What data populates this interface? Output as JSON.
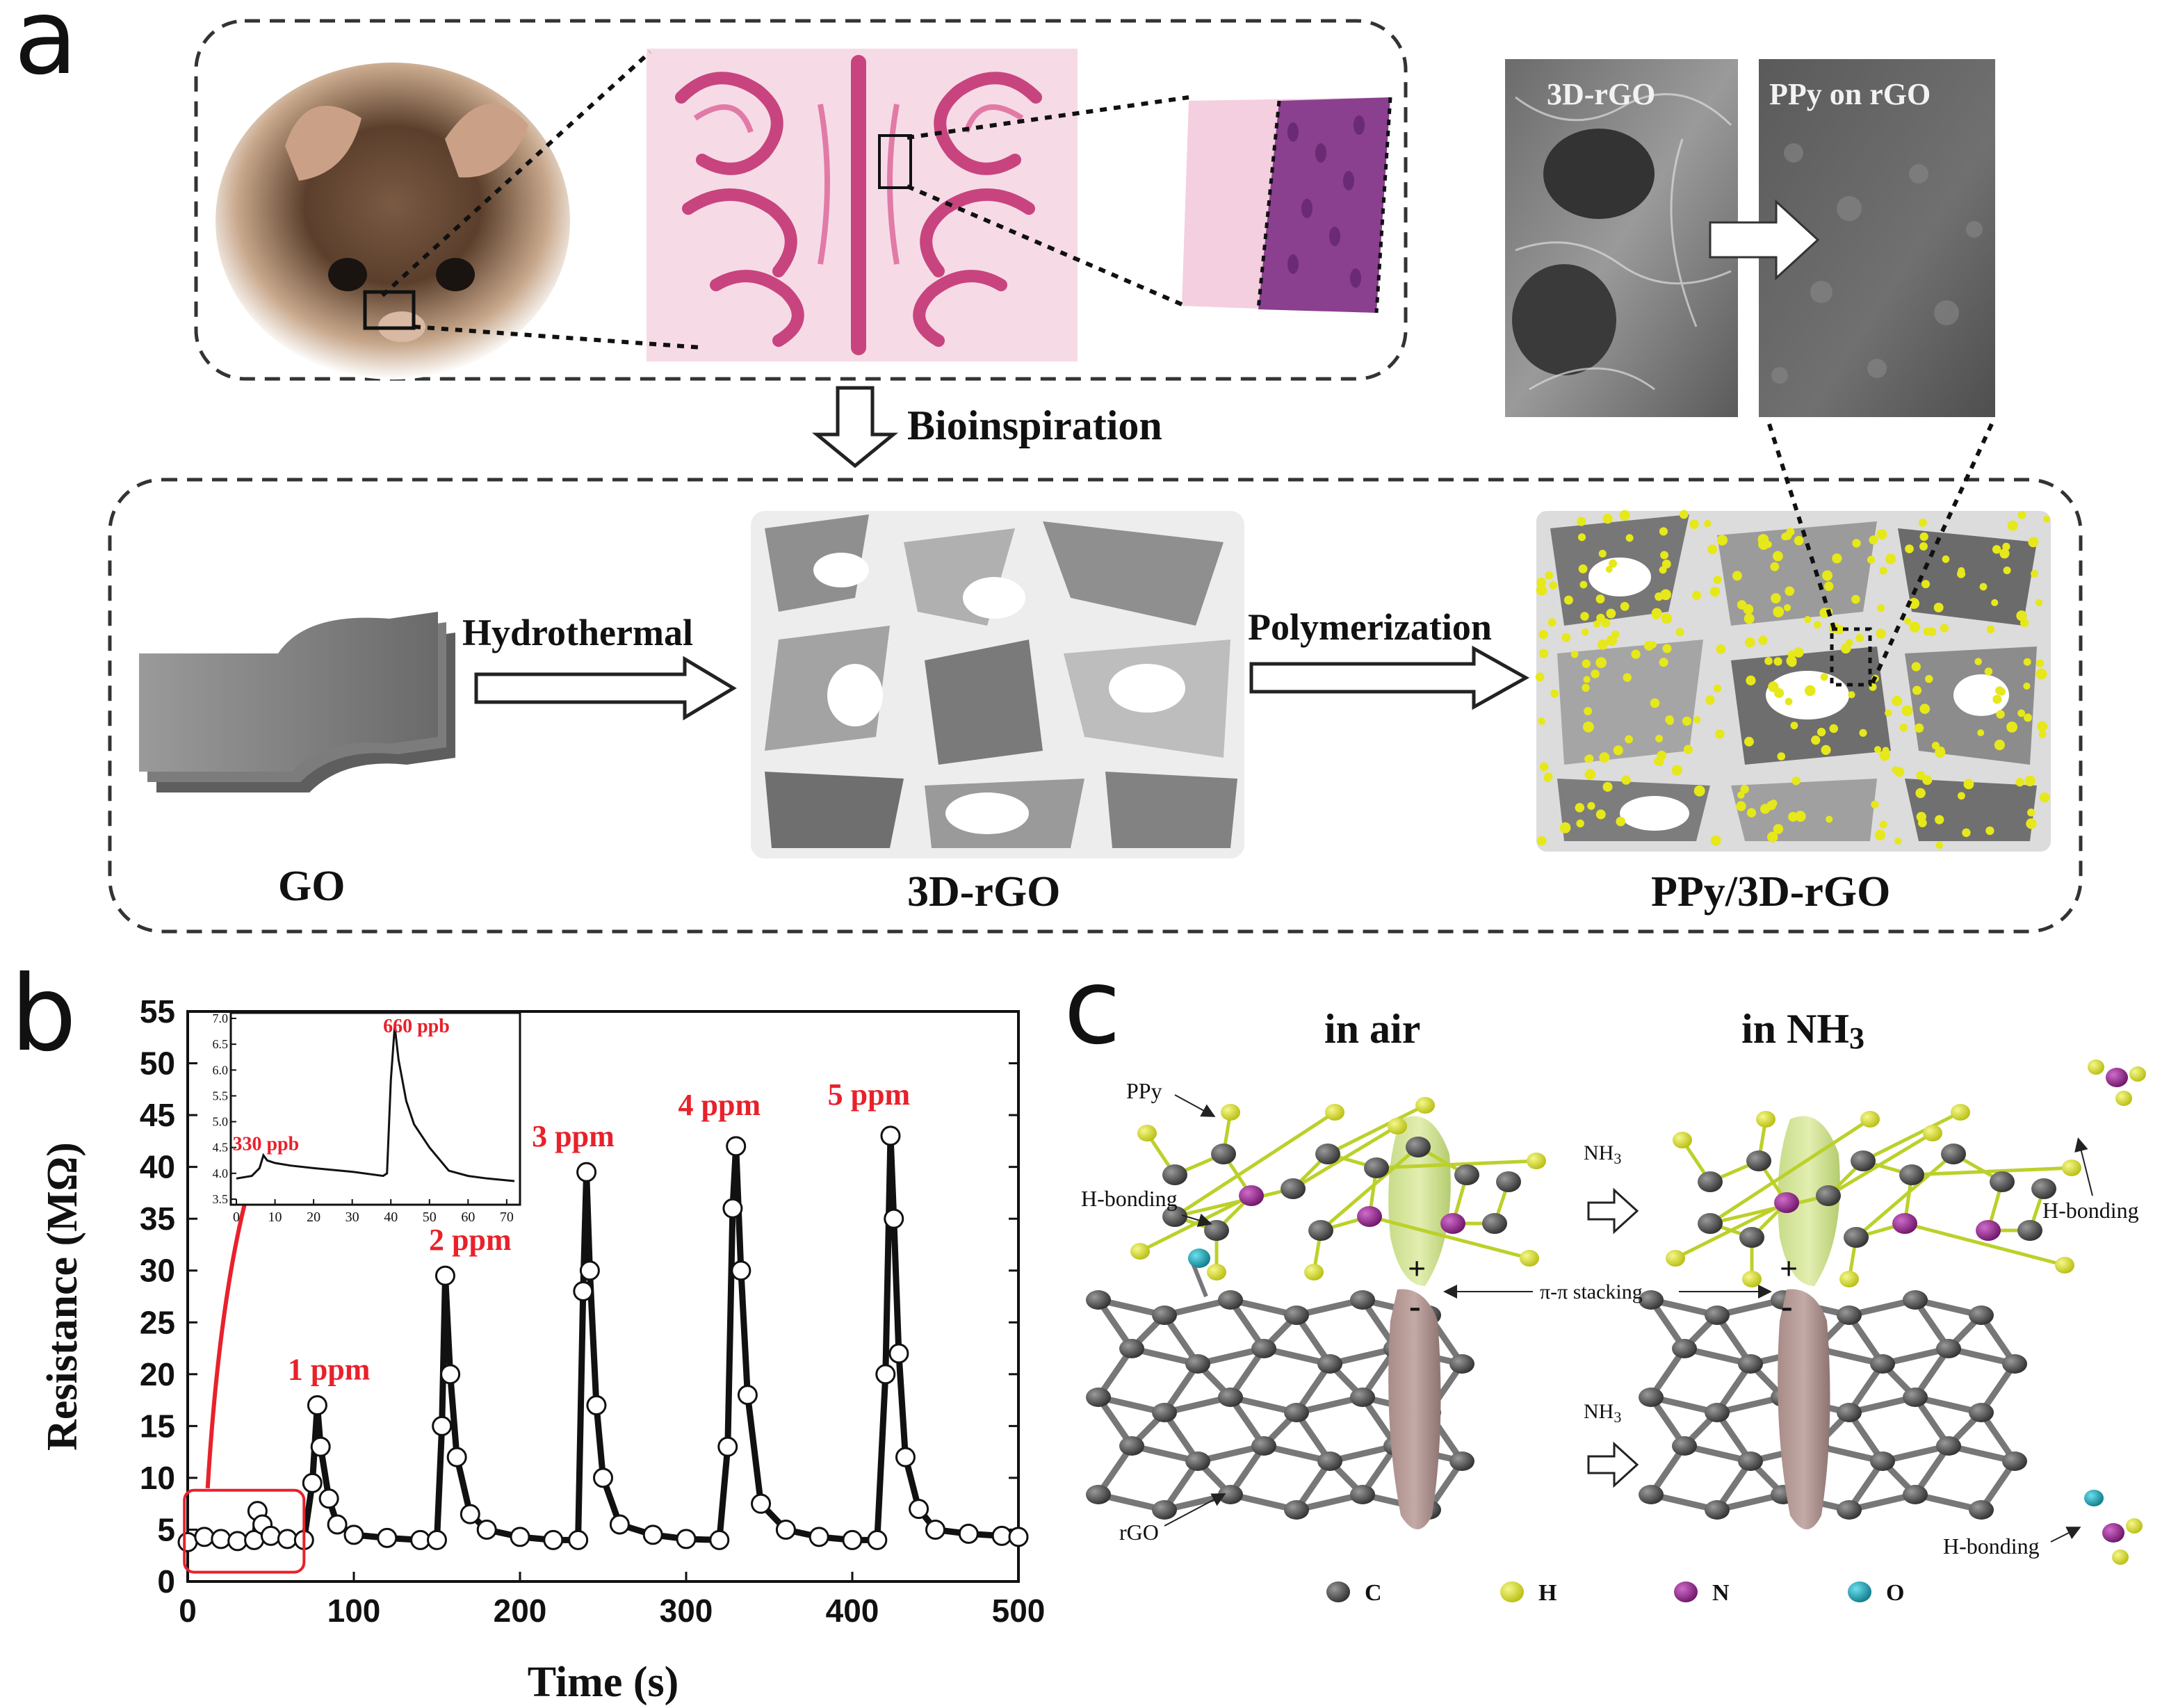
{
  "panel_a": {
    "letter": "a",
    "arrow_label": "Bioinspiration",
    "sem_left_label": "3D-rGO",
    "sem_right_label": "PPy on rGO",
    "step1_label": "Hydrothermal",
    "step2_label": "Polymerization",
    "stage_labels": [
      "GO",
      "3D-rGO",
      "PPy/3D-rGO"
    ]
  },
  "panel_b": {
    "letter": "b",
    "inset_labels": [
      "660 ppb",
      "330 ppb"
    ],
    "peak_labels": [
      "1 ppm",
      "2 ppm",
      "3 ppm",
      "4 ppm",
      "5 ppm"
    ]
  },
  "panel_c": {
    "letter": "c",
    "title_left": "in air",
    "title_right_main": "in NH",
    "title_right_sub": "3",
    "label_ppy": "PPy",
    "label_hbond": "H-bonding",
    "label_nh3": "NH",
    "label_nh3_sub": "3",
    "label_stacking": "π-π stacking",
    "label_rgo": "rGO",
    "plus": "+",
    "minus": "-",
    "legend": [
      {
        "symbol": "C",
        "color": "#4a4a4a"
      },
      {
        "symbol": "H",
        "color": "#d4dc1c"
      },
      {
        "symbol": "N",
        "color": "#9a2a92"
      },
      {
        "symbol": "O",
        "color": "#1a9fb0"
      }
    ]
  },
  "chart_data": {
    "type": "scatter",
    "xlabel": "Time (s)",
    "ylabel": "Resistance (MΩ)",
    "xlim": [
      0,
      500
    ],
    "ylim": [
      0,
      55
    ],
    "xticks": [
      "0",
      "100",
      "200",
      "300",
      "400",
      "500"
    ],
    "yticks": [
      "0",
      "5",
      "10",
      "15",
      "20",
      "25",
      "30",
      "35",
      "40",
      "45",
      "50",
      "55"
    ],
    "series": [
      {
        "x": [
          0,
          10,
          20,
          30,
          40,
          42,
          45,
          50,
          60,
          70,
          75,
          78,
          80,
          85,
          90,
          100,
          120,
          140,
          150,
          153,
          155,
          158,
          162,
          170,
          180,
          200,
          220,
          235,
          238,
          240,
          242,
          246,
          250,
          260,
          280,
          300,
          320,
          325,
          328,
          330,
          333,
          337,
          345,
          360,
          380,
          400,
          415,
          420,
          423,
          425,
          428,
          432,
          440,
          450,
          470,
          490,
          500
        ],
        "y": [
          3.8,
          4.3,
          4.1,
          3.9,
          4.0,
          6.8,
          5.5,
          4.4,
          4.1,
          4.0,
          9.5,
          17.0,
          13.0,
          8.0,
          5.5,
          4.5,
          4.2,
          4.0,
          4.0,
          15.0,
          29.5,
          20.0,
          12.0,
          6.5,
          5.0,
          4.3,
          4.0,
          4.0,
          28.0,
          39.5,
          30.0,
          17.0,
          10.0,
          5.5,
          4.5,
          4.1,
          4.0,
          13.0,
          36.0,
          42.0,
          30.0,
          18.0,
          7.5,
          5.0,
          4.3,
          4.0,
          4.0,
          20.0,
          43.0,
          35.0,
          22.0,
          12.0,
          7.0,
          5.0,
          4.6,
          4.4,
          4.3
        ]
      }
    ],
    "inset": {
      "xlim": [
        0,
        72
      ],
      "ylim": [
        3.5,
        7.0
      ],
      "xticks": [
        "0",
        "10",
        "20",
        "30",
        "40",
        "50",
        "60",
        "70"
      ],
      "yticks": [
        "3.5",
        "4.0",
        "4.5",
        "5.0",
        "5.5",
        "6.0",
        "6.5",
        "7.0"
      ],
      "x": [
        0,
        4,
        6,
        7,
        8,
        10,
        14,
        20,
        30,
        38,
        39,
        40,
        41,
        42,
        44,
        46,
        50,
        55,
        60,
        65,
        72
      ],
      "y": [
        3.9,
        3.95,
        4.1,
        4.35,
        4.25,
        4.2,
        4.15,
        4.1,
        4.03,
        3.95,
        4.0,
        5.8,
        6.85,
        6.2,
        5.4,
        4.95,
        4.5,
        4.05,
        3.95,
        3.9,
        3.85
      ]
    }
  }
}
